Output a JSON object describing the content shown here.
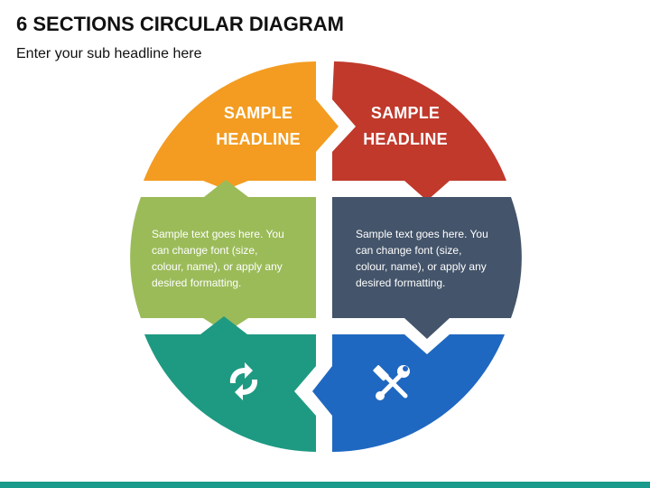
{
  "page": {
    "title": "6 SECTIONS CIRCULAR DIAGRAM",
    "subtitle": "Enter your sub headline here"
  },
  "sections": {
    "top_left": {
      "headline_line1": "SAMPLE",
      "headline_line2": "HEADLINE",
      "color": "#f39c21"
    },
    "top_right": {
      "headline_line1": "SAMPLE",
      "headline_line2": "HEADLINE",
      "color": "#c0392b"
    },
    "middle_left": {
      "text_lines": [
        "Sample text goes here. You",
        "can change font (size,",
        "colour, name), or apply any",
        "desired formatting."
      ],
      "color": "#9bbb59"
    },
    "middle_right": {
      "text_lines": [
        "Sample text goes here. You",
        "can change font (size,",
        "colour, name), or apply any",
        "desired formatting."
      ],
      "color": "#44546a"
    },
    "bottom_left": {
      "icon": "refresh-arrows-icon",
      "color": "#1e9a82"
    },
    "bottom_right": {
      "icon": "hammer-wrench-icon",
      "color": "#1f68c1"
    }
  },
  "footer": {
    "bar_color": "#1a9a8a"
  }
}
